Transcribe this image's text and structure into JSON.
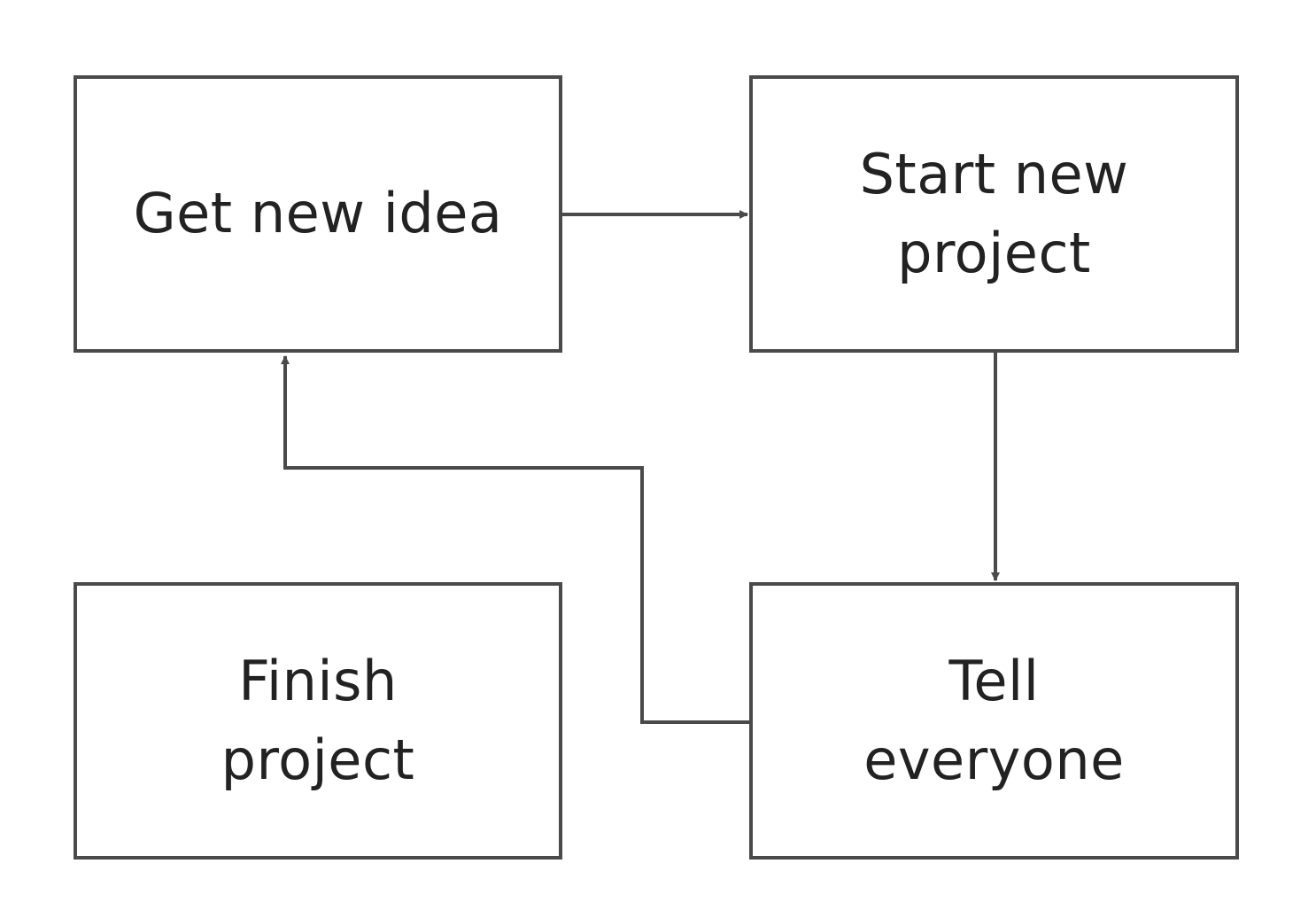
{
  "nodes": {
    "get_idea": {
      "lines": [
        "Get new idea"
      ]
    },
    "start_project": {
      "lines": [
        "Start new",
        "project"
      ]
    },
    "finish_project": {
      "lines": [
        "Finish",
        "project"
      ]
    },
    "tell_everyone": {
      "lines": [
        "Tell",
        "everyone"
      ]
    }
  },
  "edges": [
    {
      "from": "get_idea",
      "to": "start_project"
    },
    {
      "from": "start_project",
      "to": "tell_everyone"
    },
    {
      "from": "tell_everyone",
      "to": "get_idea"
    }
  ],
  "colors": {
    "stroke": "#4a4a4a",
    "text": "#222222",
    "background": "#ffffff"
  }
}
